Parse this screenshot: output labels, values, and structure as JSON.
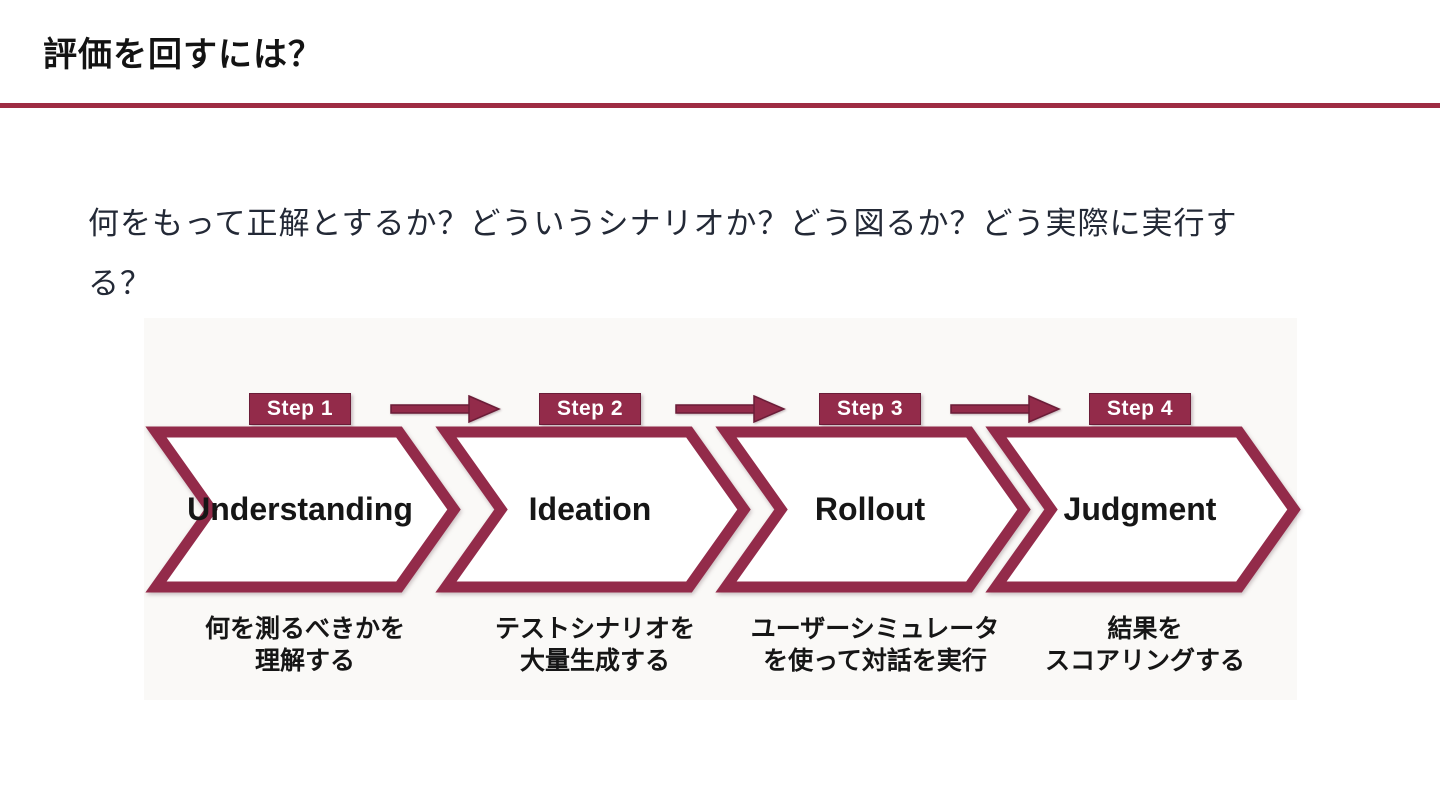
{
  "colors": {
    "accent": "#9e2c43",
    "maroon": "#932b4a",
    "maroon-dark": "#6b1d38",
    "title-text": "#131313",
    "body-text": "#232936",
    "label-text": "#161616",
    "diagram-bg": "#faf9f7"
  },
  "header": {
    "title": "評価を回すには？"
  },
  "body": {
    "lines": [
      "何をもって正解とするか？どういうシナリオか？どう図るか？どう実際に実行す",
      "る？"
    ]
  },
  "diagram": {
    "steps": [
      {
        "badge": "Step 1",
        "title": "Understanding",
        "caption": [
          "何を測るべきかを",
          "理解する"
        ]
      },
      {
        "badge": "Step 2",
        "title": "Ideation",
        "caption": [
          "テストシナリオを",
          "大量生成する"
        ]
      },
      {
        "badge": "Step 3",
        "title": "Rollout",
        "caption": [
          "ユーザーシミュレータ",
          "を使って対話を実行"
        ]
      },
      {
        "badge": "Step 4",
        "title": "Judgment",
        "caption": [
          "結果を",
          "スコアリングする"
        ]
      }
    ]
  }
}
